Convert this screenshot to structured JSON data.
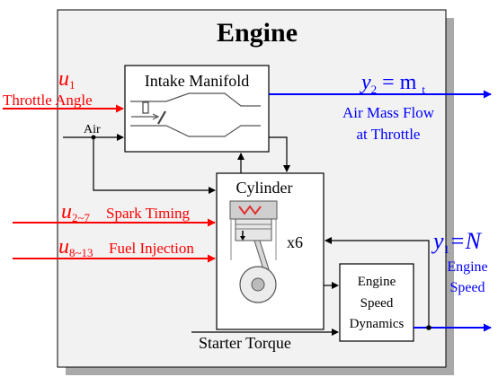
{
  "title": "Engine",
  "blocks": {
    "intake": "Intake Manifold",
    "cylinder": "Cylinder",
    "cylinder_count": "x6",
    "dynamics": [
      "Engine",
      "Speed",
      "Dynamics"
    ]
  },
  "inputs": {
    "u1_symbol": "u",
    "u1_sub": "1",
    "u1_label": "Throttle Angle",
    "air": "Air",
    "u2_symbol": "u",
    "u2_sub": "2~7",
    "u2_label": "Spark Timing",
    "u3_symbol": "u",
    "u3_sub": "8~13",
    "u3_label": "Fuel Injection",
    "starter": "Starter Torque"
  },
  "outputs": {
    "y2_symbol": "y",
    "y2_sub": "2",
    "y2_eq": " = m",
    "y2_eq_sub": "t",
    "y2_label": [
      "Air Mass Flow",
      "at Throttle"
    ],
    "y1_symbol": "y",
    "y1_sub": "1",
    "y1_eq": "=N",
    "y1_label": [
      "Engine",
      "Speed"
    ]
  },
  "colors": {
    "red": "#ff0000",
    "blue": "#0000ff",
    "black": "#000000",
    "shadow": "#a9a9a9",
    "panel": "#f2f2f2"
  }
}
